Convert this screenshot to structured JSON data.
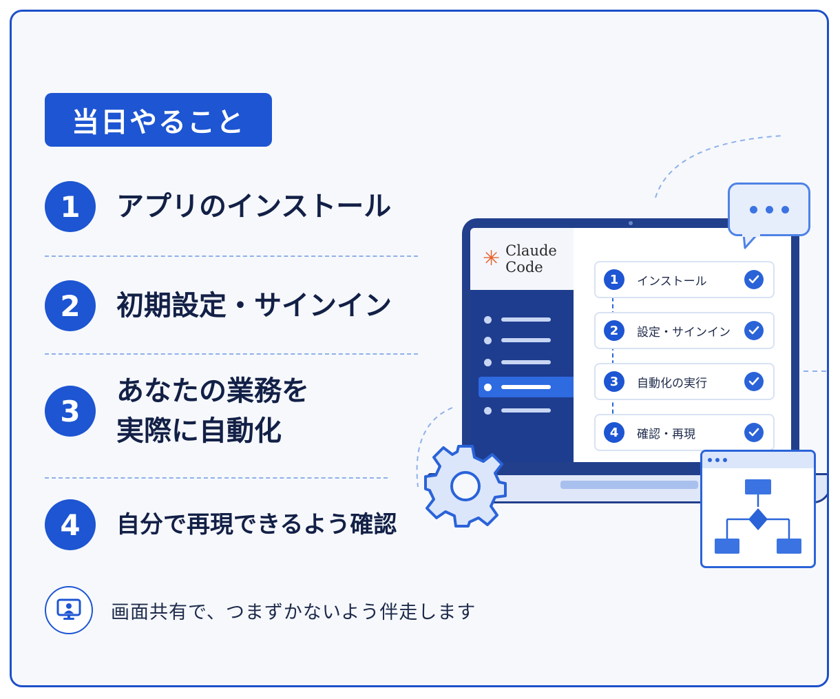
{
  "heading": "当日やること",
  "steps": [
    {
      "number": "1",
      "text": "アプリのインストール"
    },
    {
      "number": "2",
      "text": "初期設定・サインイン"
    },
    {
      "number": "3",
      "text": "あなたの業務を\n実際に自動化"
    },
    {
      "number": "4",
      "text": "自分で再現できるよう確認"
    }
  ],
  "footer": {
    "icon": "screen-share-icon",
    "text": "画面共有で、つまずかないよう伴走します"
  },
  "illustration": {
    "app_name": "Claude\nCode",
    "logo_icon": "claude-asterisk-icon",
    "tasks": [
      {
        "number": "1",
        "label": "インストール",
        "status_icon": "check-icon"
      },
      {
        "number": "2",
        "label": "設定・サインイン",
        "status_icon": "check-icon"
      },
      {
        "number": "3",
        "label": "自動化の実行",
        "status_icon": "check-icon"
      },
      {
        "number": "4",
        "label": "確認・再現",
        "status_icon": "check-icon"
      }
    ]
  },
  "colors": {
    "primary": "#1d55d2",
    "dark_navy": "#223f8c",
    "text": "#132046",
    "accent_orange": "#e8622c",
    "background": "#f6f8fc"
  }
}
